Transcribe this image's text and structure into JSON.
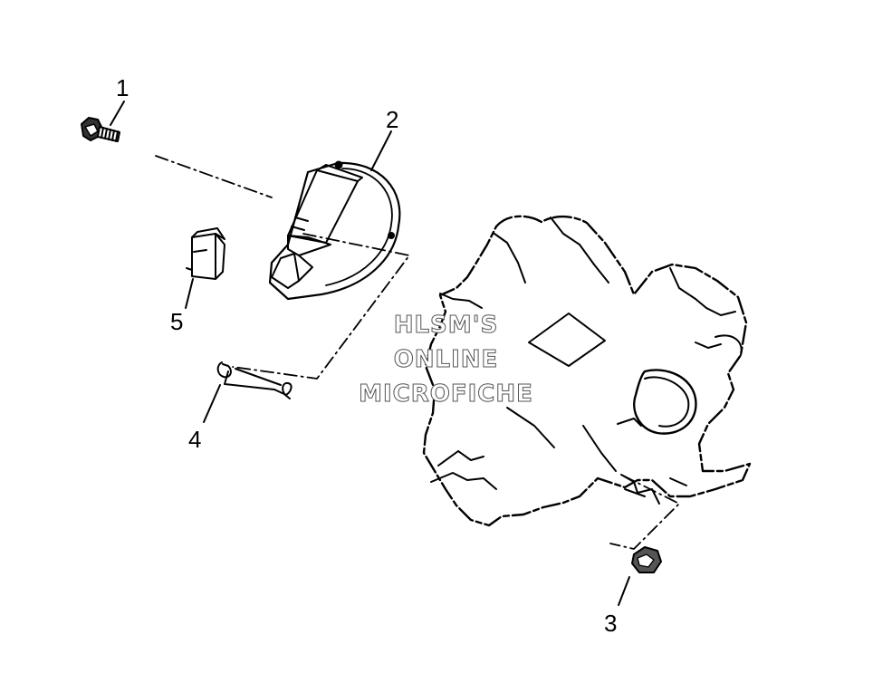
{
  "callouts": {
    "c1": "1",
    "c2": "2",
    "c3": "3",
    "c4": "4",
    "c5": "5"
  },
  "watermark": {
    "line1": "HLSM'S",
    "line2": "ONLINE",
    "line3": "MICROFICHE"
  },
  "colors": {
    "ink": "#000000",
    "background": "#ffffff"
  }
}
